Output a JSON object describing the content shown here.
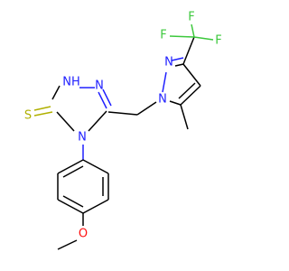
{
  "molecule": {
    "atoms": {
      "S": "S",
      "NH": "NH",
      "N_triazole_right": "N",
      "N_triazole_bottom": "N",
      "N_pyrazole_top": "N",
      "N_pyrazole_sub": "N",
      "F1": "F",
      "F2": "F",
      "F3": "F",
      "O": "O"
    },
    "colors": {
      "bond": "#000000",
      "nitrogen": "#2020ff",
      "fluorine": "#3cc83c",
      "sulfur": "#b0b000",
      "oxygen": "#ff1010"
    }
  }
}
